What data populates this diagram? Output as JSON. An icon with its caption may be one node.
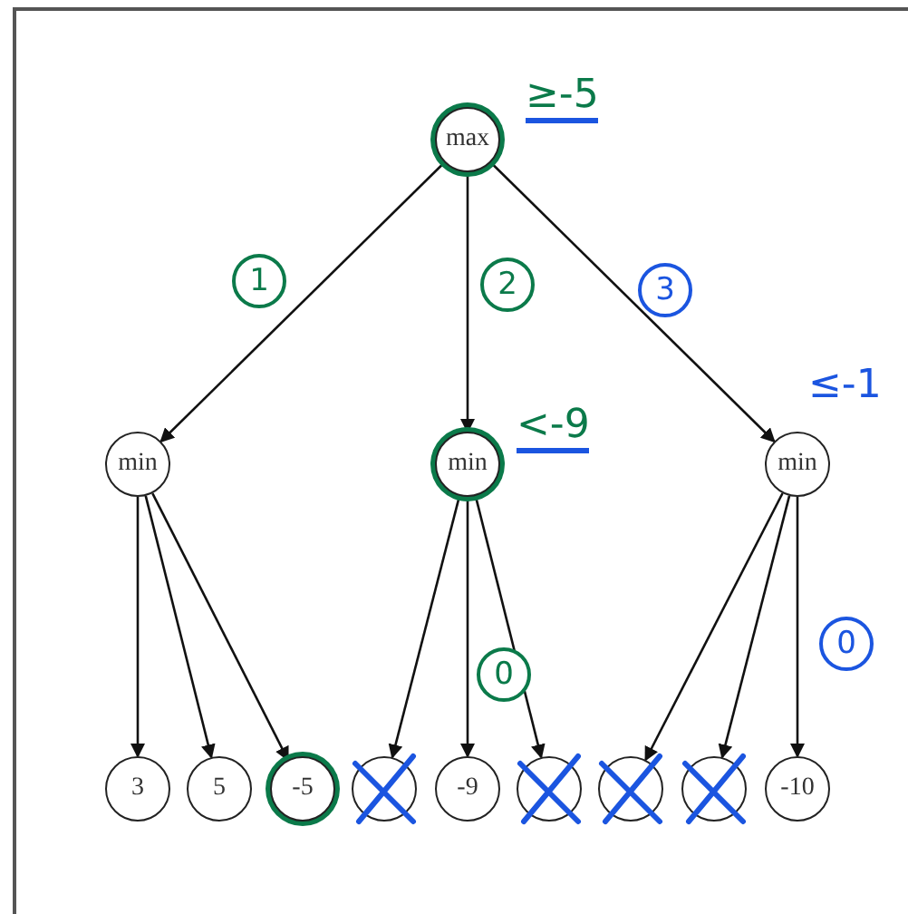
{
  "diagram": {
    "nodes": [
      {
        "text": [
          "max"
        ],
        "beside": [
          "≥-5"
        ]
      },
      {
        "text": [
          "min"
        ]
      },
      {
        "text": [
          "min"
        ],
        "beside": [
          "<-9"
        ]
      },
      {
        "text": [
          "min"
        ],
        "beside": [
          "≤-1"
        ]
      },
      {
        "text": [
          "3"
        ]
      },
      {
        "text": [
          "5"
        ]
      },
      {
        "text": [
          "-5"
        ]
      },
      {
        "text": [],
        "shape": "circle"
      },
      {
        "text": [
          "-9"
        ]
      },
      {
        "text": [],
        "shape": "circle"
      },
      {
        "text": [],
        "shape": "circle"
      },
      {
        "text": [],
        "shape": "circle"
      },
      {
        "text": [
          "-10"
        ]
      }
    ],
    "edges": [
      {
        "from": 0,
        "to": 1,
        "arrow": "to",
        "label": "1"
      },
      {
        "from": 0,
        "to": 2,
        "arrow": "to",
        "label": "2"
      },
      {
        "from": 0,
        "to": 3,
        "arrow": "to",
        "label": "3"
      },
      {
        "from": 1,
        "to": 4,
        "arrow": "to"
      },
      {
        "from": 1,
        "to": 5,
        "arrow": "to"
      },
      {
        "from": 1,
        "to": 6,
        "arrow": "to"
      },
      {
        "from": 2,
        "to": 7,
        "arrow": "to"
      },
      {
        "from": 2,
        "to": 8,
        "arrow": "to",
        "label": "0"
      },
      {
        "from": 2,
        "to": 9,
        "arrow": "to"
      },
      {
        "from": 3,
        "to": 10,
        "arrow": "to"
      },
      {
        "from": 3,
        "to": 11,
        "arrow": "to"
      },
      {
        "from": 3,
        "to": 12,
        "arrow": "to",
        "label": "0"
      }
    ]
  }
}
